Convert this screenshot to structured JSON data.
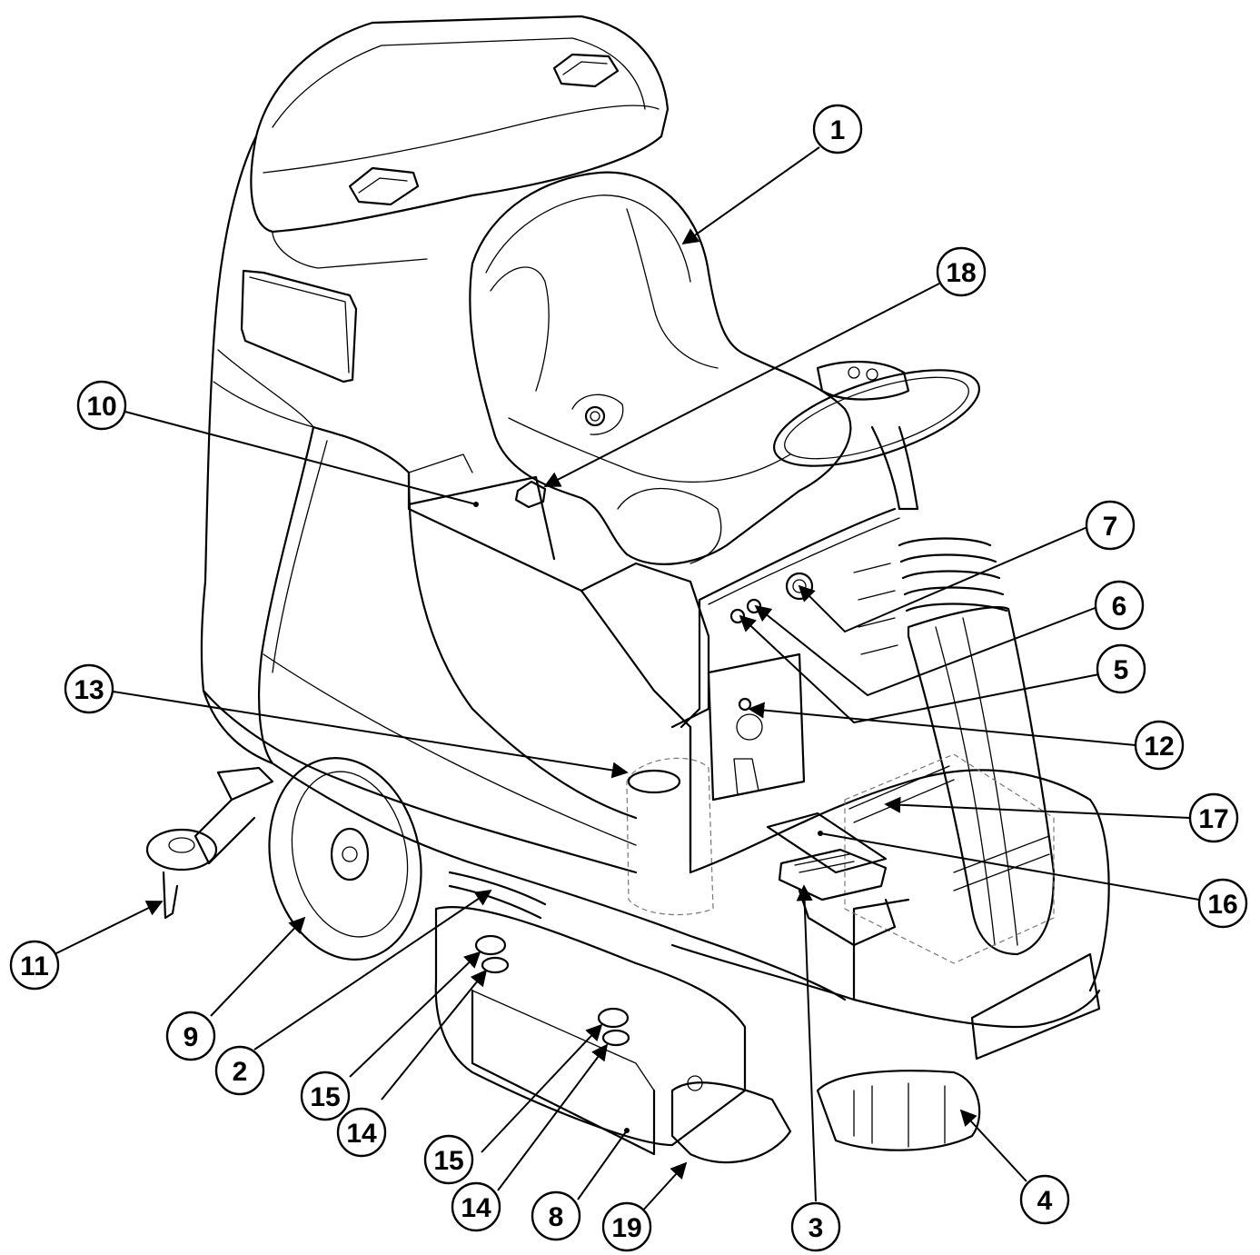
{
  "callouts": [
    {
      "id": "1",
      "label": "1"
    },
    {
      "id": "18",
      "label": "18"
    },
    {
      "id": "10",
      "label": "10"
    },
    {
      "id": "7",
      "label": "7"
    },
    {
      "id": "6",
      "label": "6"
    },
    {
      "id": "5",
      "label": "5"
    },
    {
      "id": "13",
      "label": "13"
    },
    {
      "id": "12",
      "label": "12"
    },
    {
      "id": "17",
      "label": "17"
    },
    {
      "id": "16",
      "label": "16"
    },
    {
      "id": "11",
      "label": "11"
    },
    {
      "id": "9",
      "label": "9"
    },
    {
      "id": "2",
      "label": "2"
    },
    {
      "id": "15a",
      "label": "15"
    },
    {
      "id": "14a",
      "label": "14"
    },
    {
      "id": "15b",
      "label": "15"
    },
    {
      "id": "14b",
      "label": "14"
    },
    {
      "id": "8",
      "label": "8"
    },
    {
      "id": "19",
      "label": "19"
    },
    {
      "id": "3",
      "label": "3"
    },
    {
      "id": "4",
      "label": "4"
    }
  ]
}
